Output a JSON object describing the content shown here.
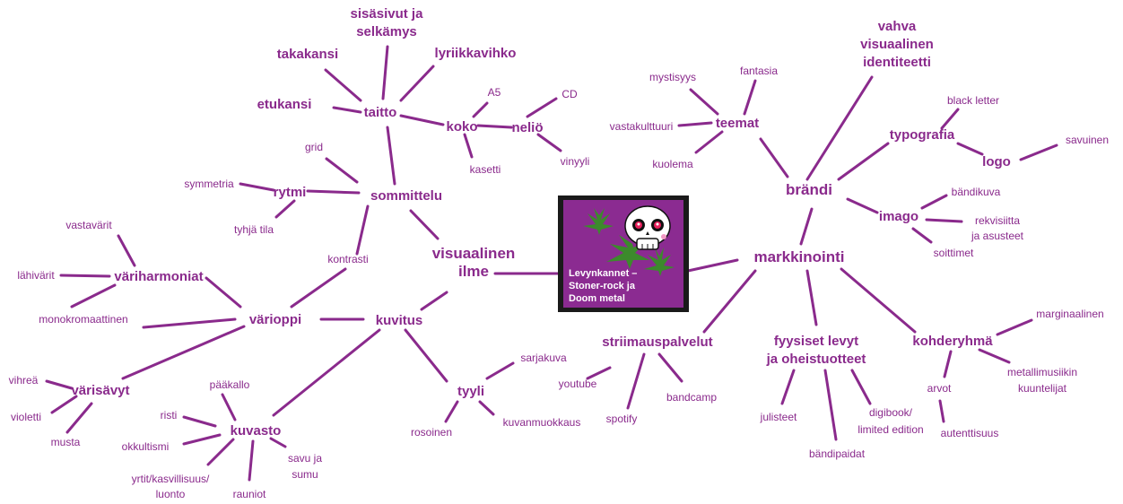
{
  "colors": {
    "accent": "#8a2a8c",
    "cover_bg": "#8b2b91",
    "cover_frame": "#1a1a1a",
    "leaf": "#3c8a2c",
    "eye": "#e8205c"
  },
  "center": {
    "cover_title": [
      "Levynkannet –",
      "Stoner-rock ja",
      "Doom metal"
    ]
  },
  "nodes": {
    "visuaalinen": [
      "visuaalinen",
      "ilme"
    ],
    "sommittelu": "sommittelu",
    "taitto": "taitto",
    "etukansi": "etukansi",
    "takakansi": "takakansi",
    "sisasivut": [
      "sisäsivut ja",
      "selkämys"
    ],
    "lyriikkavihko": "lyriikkavihko",
    "koko": "koko",
    "a5": "A5",
    "kasetti": "kasetti",
    "nelio": "neliö",
    "cd": "CD",
    "vinyyli": "vinyyli",
    "rytmi": "rytmi",
    "grid": "grid",
    "symmetria": "symmetria",
    "tyhja": "tyhjä tila",
    "kontrasti": "kontrasti",
    "kuvitus": "kuvitus",
    "varioppi": "värioppi",
    "variharmoniat": "väriharmoniat",
    "vastavarit": "vastavärit",
    "lahivarit": "lähivärit",
    "monokromaattinen": "monokromaattinen",
    "varisavyt": "värisävyt",
    "vihrea": "vihreä",
    "violetti": "violetti",
    "musta": "musta",
    "kuvasto": "kuvasto",
    "paakallo": "pääkallo",
    "risti": "risti",
    "okkultismi": "okkultismi",
    "yrtit": [
      "yrtit/kasvillisuus/",
      "luonto"
    ],
    "rauniot": "rauniot",
    "savu": [
      "savu ja",
      "sumu"
    ],
    "tyyli": "tyyli",
    "sarjakuva": "sarjakuva",
    "rosoinen": "rosoinen",
    "kuvanmuokkaus": "kuvanmuokkaus",
    "markkinointi": "markkinointi",
    "brandi": "brändi",
    "vahva": [
      "vahva",
      "visuaalinen",
      "identiteetti"
    ],
    "teemat": "teemat",
    "mystisyys": "mystisyys",
    "fantasia": "fantasia",
    "vastakulttuuri": "vastakulttuuri",
    "kuolema": "kuolema",
    "typografia": "typografia",
    "blackletter": "black letter",
    "logo": "logo",
    "savuinen": "savuinen",
    "imago": "imago",
    "bandikuva": "bändikuva",
    "rekvisiitta": [
      "rekvisiitta",
      "ja asusteet"
    ],
    "soittimet": "soittimet",
    "striimaus": "striimauspalvelut",
    "youtube": "youtube",
    "spotify": "spotify",
    "bandcamp": "bandcamp",
    "fyysiset": [
      "fyysiset levyt",
      "ja oheistuotteet"
    ],
    "julisteet": "julisteet",
    "bandipaidat": "bändipaidat",
    "digibook": [
      "digibook/",
      "limited edition"
    ],
    "kohderyhma": "kohderyhmä",
    "marginaalinen": "marginaalinen",
    "arvot": "arvot",
    "autenttisuus": "autenttisuus",
    "metallimusiikin": [
      "metallimusiikin",
      "kuuntelijat"
    ]
  }
}
